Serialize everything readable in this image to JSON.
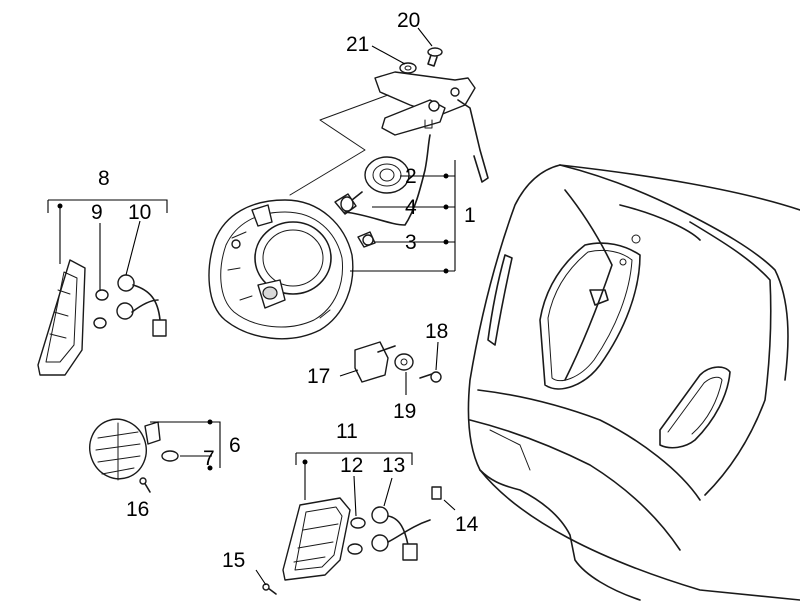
{
  "callouts": {
    "n1": "1",
    "n2": "2",
    "n3": "3",
    "n4": "4",
    "n6": "6",
    "n7": "7",
    "n8": "8",
    "n9": "9",
    "n10": "10",
    "n11": "11",
    "n12": "12",
    "n13": "13",
    "n14": "14",
    "n15": "15",
    "n16": "16",
    "n17": "17",
    "n18": "18",
    "n19": "19",
    "n20": "20",
    "n21": "21"
  }
}
